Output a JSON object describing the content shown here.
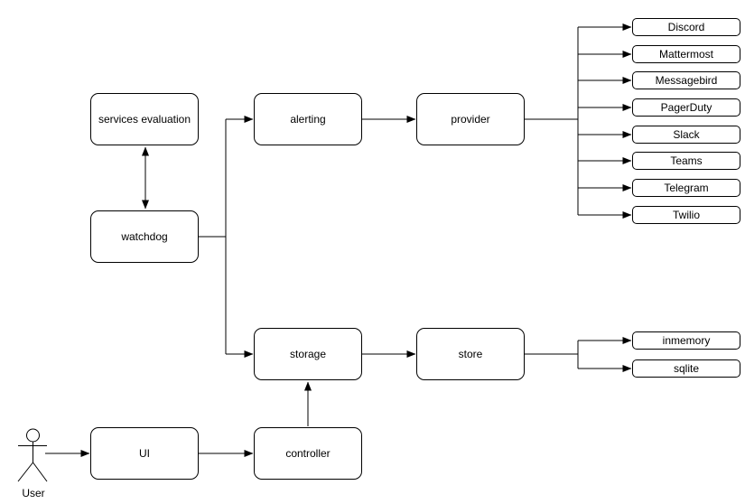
{
  "colors": {
    "stroke": "#000000",
    "node_fill": "#ffffff",
    "text": "#000000",
    "background": "#ffffff"
  },
  "nodes": {
    "services_evaluation": "services evaluation",
    "watchdog": "watchdog",
    "alerting": "alerting",
    "provider": "provider",
    "storage": "storage",
    "store": "store",
    "ui": "UI",
    "controller": "controller"
  },
  "provider_targets": [
    "Discord",
    "Mattermost",
    "Messagebird",
    "PagerDuty",
    "Slack",
    "Teams",
    "Telegram",
    "Twilio"
  ],
  "store_targets": [
    "inmemory",
    "sqlite"
  ],
  "actor": {
    "label": "User"
  }
}
